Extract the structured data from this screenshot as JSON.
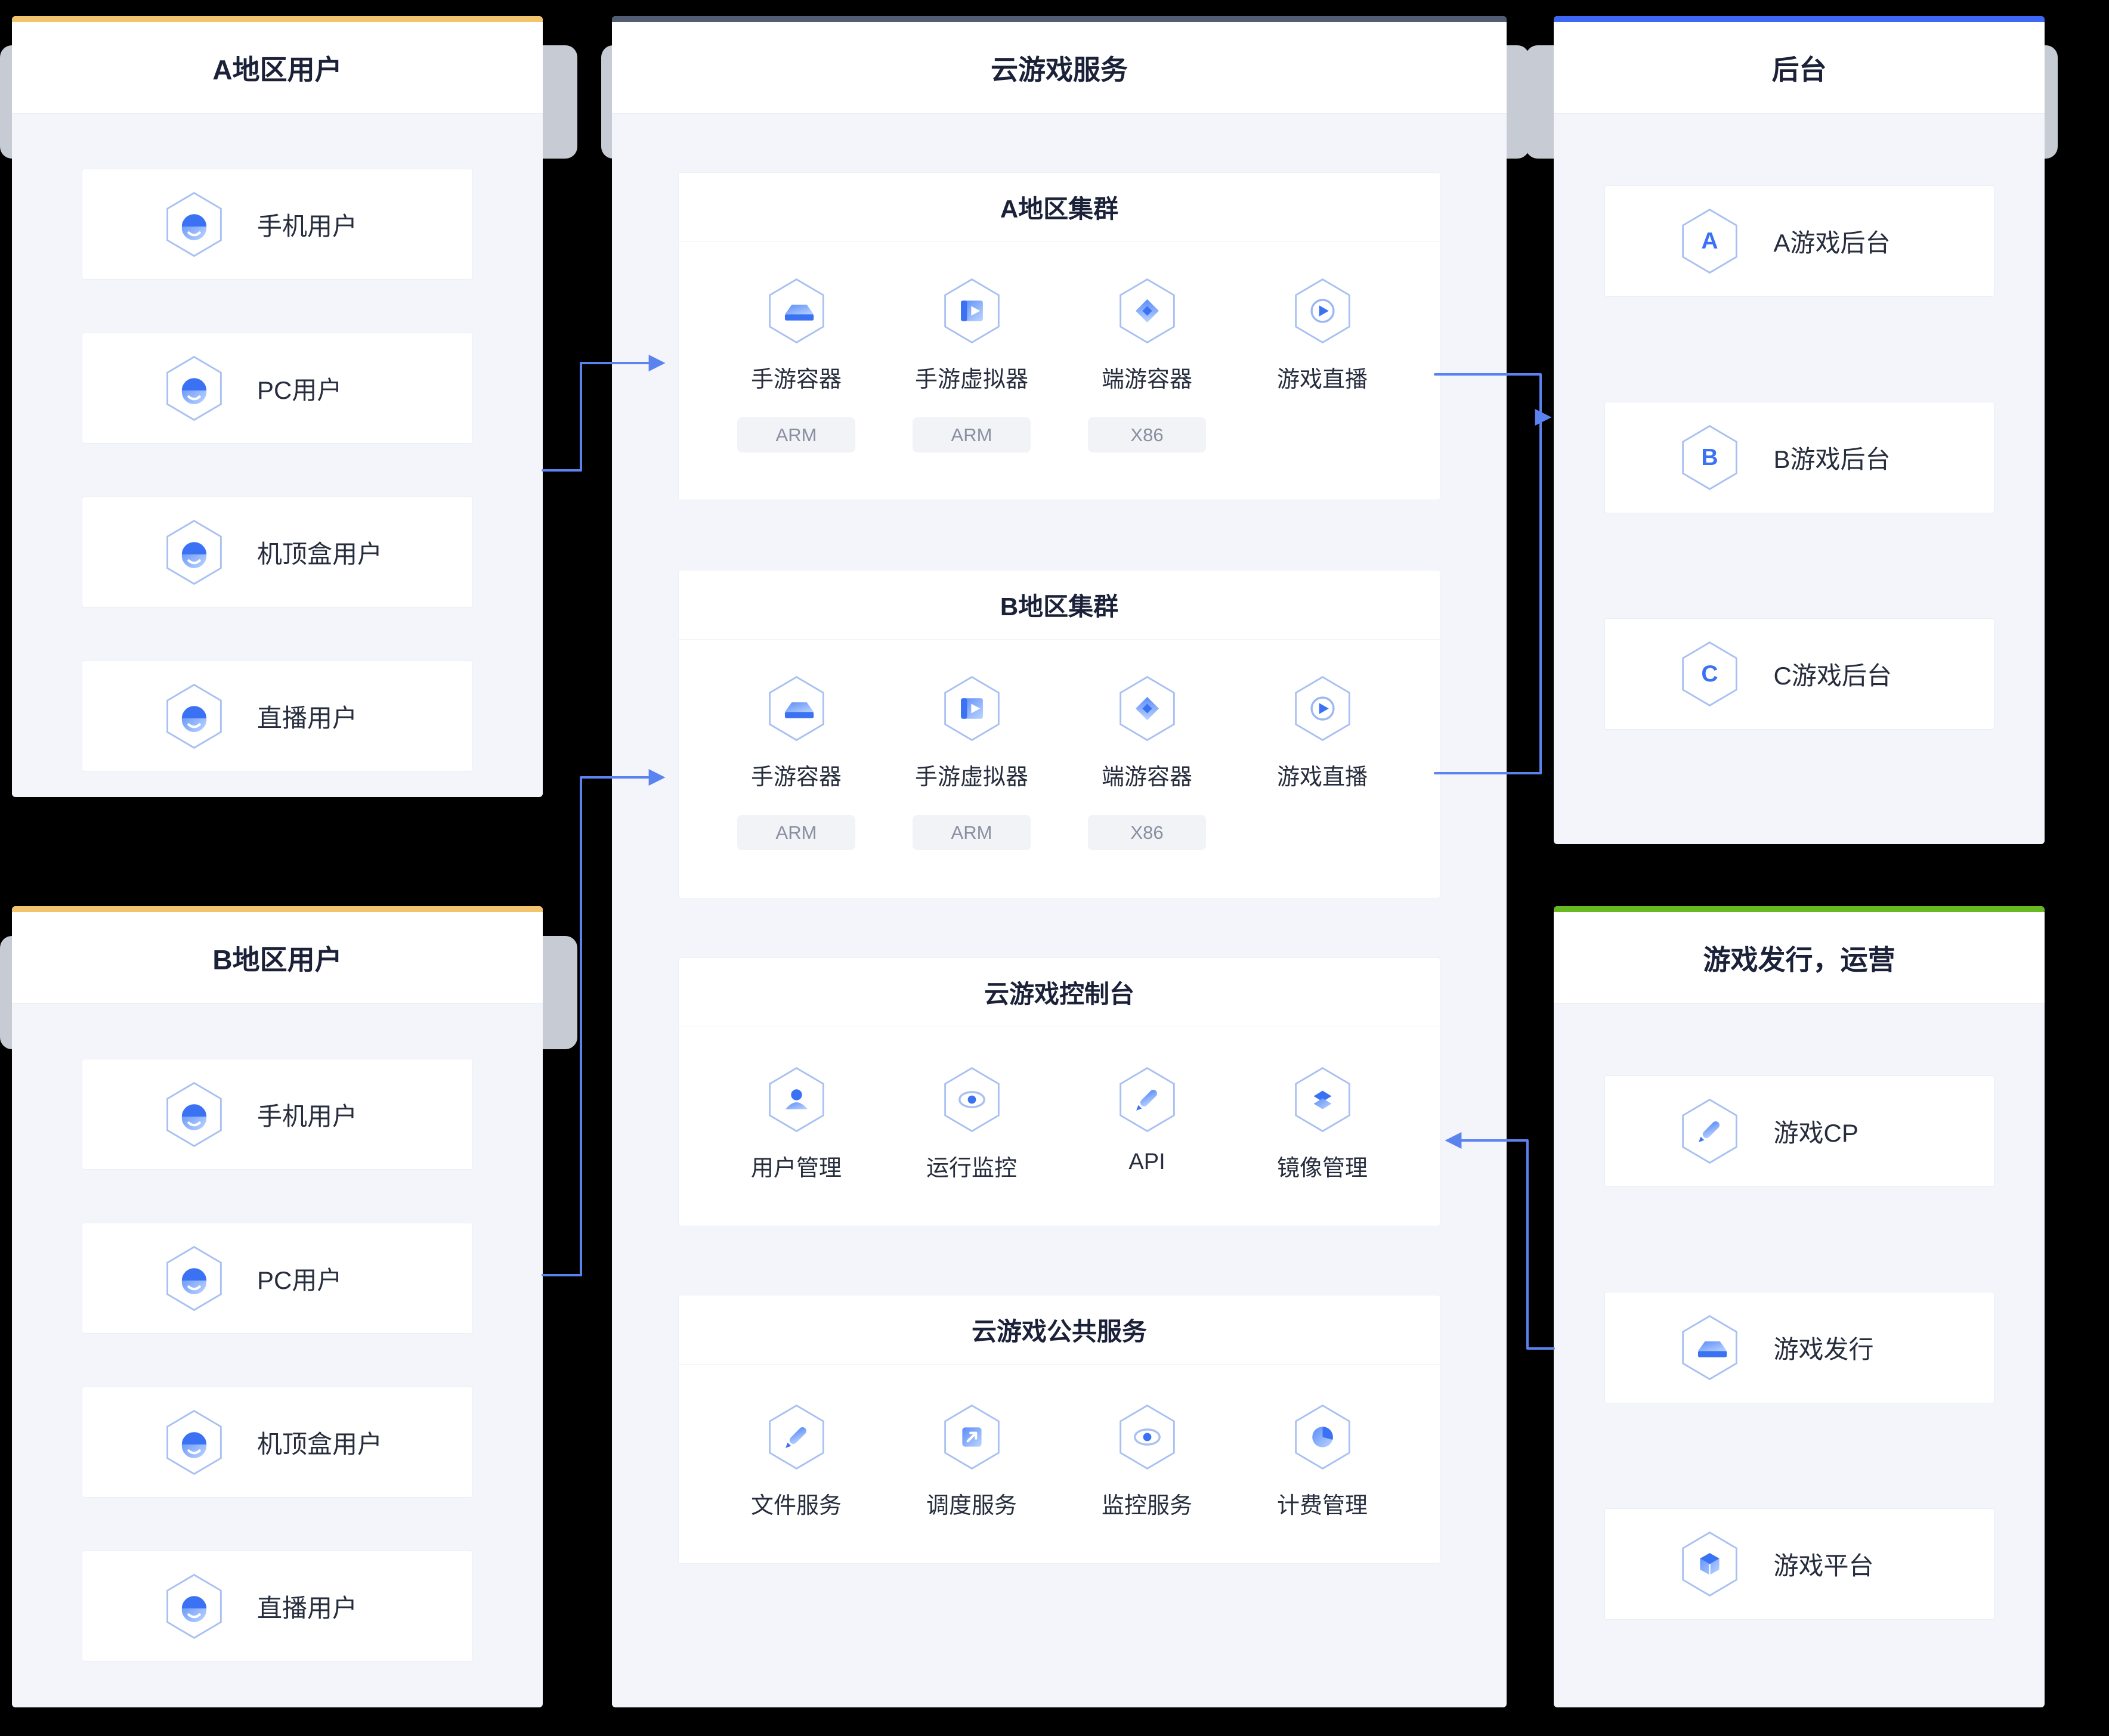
{
  "colors": {
    "region_users_accent": "#f2c46d",
    "cloud_service_accent": "#515d73",
    "backend_accent": "#3d68f5",
    "publishing_accent": "#67b821",
    "arrow": "#5b83f0",
    "panel_background": "#f3f5fa",
    "icon_blue": "#3b72f3"
  },
  "panels": {
    "region_a_users": {
      "title": "A地区用户",
      "items": [
        {
          "label": "手机用户",
          "icon": "mobile-user-icon"
        },
        {
          "label": "PC用户",
          "icon": "pc-user-icon"
        },
        {
          "label": "机顶盒用户",
          "icon": "settop-box-user-icon"
        },
        {
          "label": "直播用户",
          "icon": "live-user-icon"
        }
      ]
    },
    "region_b_users": {
      "title": "B地区用户",
      "items": [
        {
          "label": "手机用户",
          "icon": "mobile-user-icon"
        },
        {
          "label": "PC用户",
          "icon": "pc-user-icon"
        },
        {
          "label": "机顶盒用户",
          "icon": "settop-box-user-icon"
        },
        {
          "label": "直播用户",
          "icon": "live-user-icon"
        }
      ]
    },
    "cloud_service": {
      "title": "云游戏服务",
      "clusters": [
        {
          "title": "A地区集群",
          "items": [
            {
              "label": "手游容器",
              "badge": "ARM",
              "icon": "mobile-game-container-icon"
            },
            {
              "label": "手游虚拟器",
              "badge": "ARM",
              "icon": "mobile-game-emulator-icon"
            },
            {
              "label": "端游容器",
              "badge": "X86",
              "icon": "pc-game-container-icon"
            },
            {
              "label": "游戏直播",
              "icon": "game-streaming-icon"
            }
          ]
        },
        {
          "title": "B地区集群",
          "items": [
            {
              "label": "手游容器",
              "badge": "ARM",
              "icon": "mobile-game-container-icon"
            },
            {
              "label": "手游虚拟器",
              "badge": "ARM",
              "icon": "mobile-game-emulator-icon"
            },
            {
              "label": "端游容器",
              "badge": "X86",
              "icon": "pc-game-container-icon"
            },
            {
              "label": "游戏直播",
              "icon": "game-streaming-icon"
            }
          ]
        }
      ],
      "console": {
        "title": "云游戏控制台",
        "items": [
          {
            "label": "用户管理",
            "icon": "user-management-icon"
          },
          {
            "label": "运行监控",
            "icon": "runtime-monitor-icon"
          },
          {
            "label": "API",
            "icon": "api-icon"
          },
          {
            "label": "镜像管理",
            "icon": "image-management-icon"
          }
        ]
      },
      "public_services": {
        "title": "云游戏公共服务",
        "items": [
          {
            "label": "文件服务",
            "icon": "file-service-icon"
          },
          {
            "label": "调度服务",
            "icon": "scheduling-service-icon"
          },
          {
            "label": "监控服务",
            "icon": "monitoring-service-icon"
          },
          {
            "label": "计费管理",
            "icon": "billing-management-icon"
          }
        ]
      }
    },
    "backend": {
      "title": "后台",
      "items": [
        {
          "label": "A游戏后台",
          "letter": "A",
          "icon": "hexagon-letter-a-icon"
        },
        {
          "label": "B游戏后台",
          "letter": "B",
          "icon": "hexagon-letter-b-icon"
        },
        {
          "label": "C游戏后台",
          "letter": "C",
          "icon": "hexagon-letter-c-icon"
        }
      ]
    },
    "publishing": {
      "title": "游戏发行，运营",
      "items": [
        {
          "label": "游戏CP",
          "icon": "game-cp-icon"
        },
        {
          "label": "游戏发行",
          "icon": "game-publishing-icon"
        },
        {
          "label": "游戏平台",
          "icon": "game-platform-icon"
        }
      ]
    }
  },
  "connections": [
    {
      "from": "region_a_users",
      "to": "cluster_a"
    },
    {
      "from": "region_b_users",
      "to": "cluster_b"
    },
    {
      "from": "cluster_a",
      "to": "backend"
    },
    {
      "from": "cluster_b",
      "to": "backend"
    },
    {
      "from": "publishing",
      "to": "cloud_console"
    }
  ]
}
